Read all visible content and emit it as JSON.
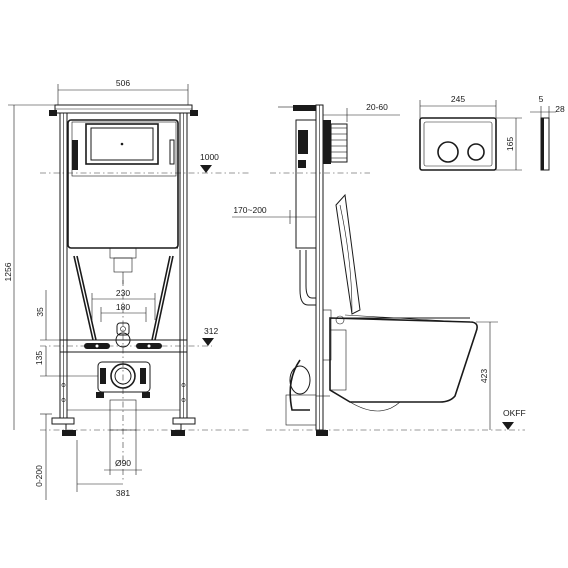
{
  "front_view": {
    "width_label": "506",
    "height_label": "1256",
    "level_1000_label": "1000",
    "inner_230_label": "230",
    "inner_180_label": "180",
    "dim_35_label": "35",
    "dim_312_label": "312",
    "dim_135_label": "135",
    "pipe_dia_label": "Ø90",
    "dim_381_label": "381",
    "adj_0_200_label": "0-200"
  },
  "side_view": {
    "dim_20_60_label": "20-60",
    "dim_170_200_label": "170~200",
    "dim_423_label": "423",
    "floor_label": "OKFF"
  },
  "flush_plate": {
    "width_label": "245",
    "height_label": "165",
    "depth_5_label": "5",
    "depth_28_label": "28"
  }
}
